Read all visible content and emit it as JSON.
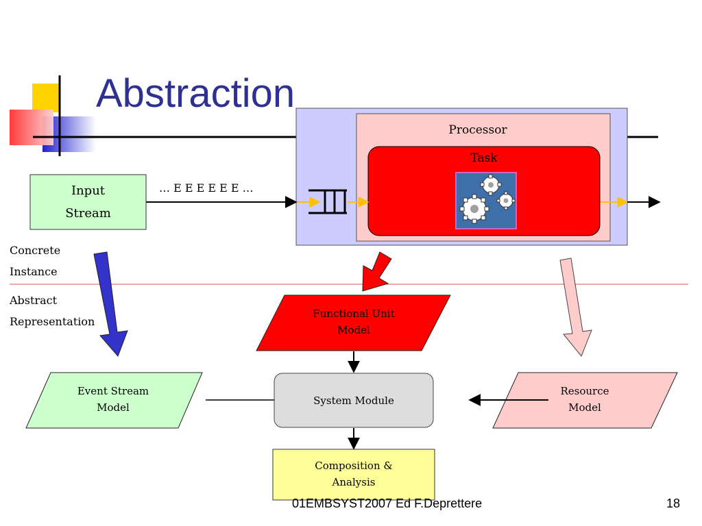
{
  "slide": {
    "title": "Abstraction",
    "footer": "01EMBSYST2007 Ed F.Deprettere",
    "page_number": "18"
  },
  "diagram": {
    "input_stream": {
      "line1": "Input",
      "line2": "Stream"
    },
    "event_sequence": "… E E E E E E …",
    "processor": "Processor",
    "task": "Task",
    "concrete_instance": {
      "line1": "Concrete",
      "line2": "Instance"
    },
    "abstract_representation": {
      "line1": "Abstract",
      "line2": "Representation"
    },
    "functional_unit_model": {
      "line1": "Functional Unit",
      "line2": "Model"
    },
    "event_stream_model": {
      "line1": "Event Stream",
      "line2": "Model"
    },
    "system_module": "System Module",
    "resource_model": {
      "line1": "Resource",
      "line2": "Model"
    },
    "composition_analysis": {
      "line1": "Composition &",
      "line2": "Analysis"
    }
  },
  "colors": {
    "title": "#2e3192",
    "processor_outer": "#ccccff",
    "processor_inner": "#ffcccc",
    "task": "#ff0000",
    "input_stream": "#ccffcc",
    "event_stream_model": "#ccffcc",
    "functional_unit_model": "#ff0000",
    "system_module": "#dddddd",
    "resource_model": "#ffcccc",
    "composition_analysis": "#ffff99",
    "separator_line": "#e05050",
    "gear_background": "#3f6fa8",
    "arrow_blue": "#3333cc",
    "arrow_red": "#ff0000",
    "arrow_pink": "#ffcccc"
  }
}
